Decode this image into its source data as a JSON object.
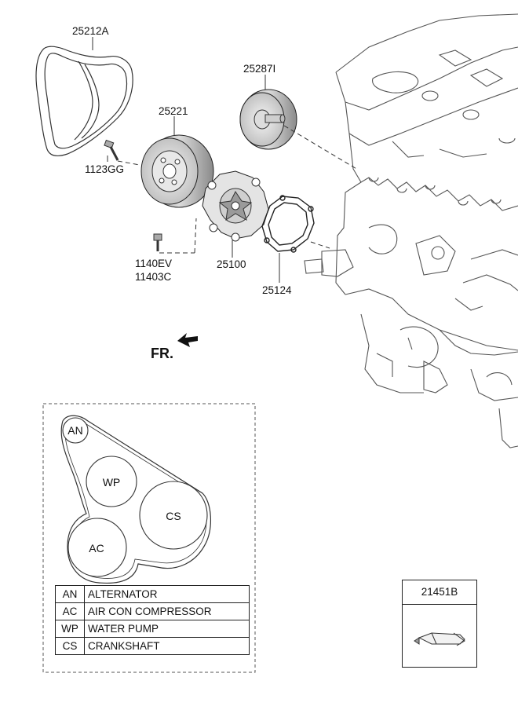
{
  "parts": {
    "belt": "25212A",
    "pulley": "25221",
    "idler": "25287I",
    "bolt_pulley": "1123GG",
    "bolt_pump_a": "1140EV",
    "bolt_pump_b": "11403C",
    "water_pump": "25100",
    "gasket": "25124",
    "sealant": "21451B"
  },
  "direction_label": "FR.",
  "belt_routing": {
    "pulleys": {
      "an": "AN",
      "wp": "WP",
      "cs": "CS",
      "ac": "AC"
    },
    "legend": [
      {
        "code": "AN",
        "name": "ALTERNATOR"
      },
      {
        "code": "AC",
        "name": "AIR CON COMPRESSOR"
      },
      {
        "code": "WP",
        "name": "WATER PUMP"
      },
      {
        "code": "CS",
        "name": "CRANKSHAFT"
      }
    ]
  },
  "colors": {
    "line": "#333333",
    "part_fill": "#e6e6e6",
    "part_dark": "#9a9a9a"
  }
}
